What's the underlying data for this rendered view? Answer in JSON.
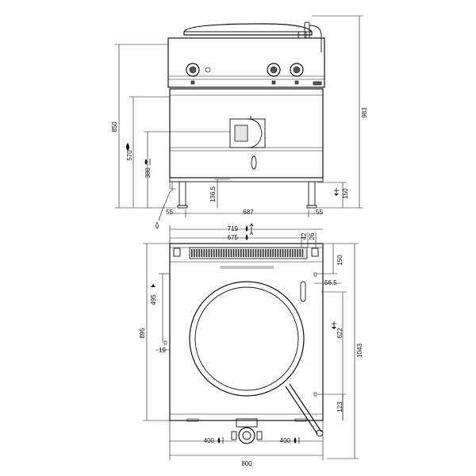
{
  "front_view": {
    "dims": {
      "height_850": "850",
      "height_983": "983",
      "height_570": "570",
      "height_380": "380",
      "height_1365": "136,5",
      "height_150": "150",
      "width_687": "687",
      "width_55_left": "55",
      "width_55_right": "55"
    }
  },
  "top_view": {
    "dims": {
      "width_719": "719",
      "width_675": "675",
      "depth_42": "42",
      "depth_26": "26",
      "depth_150": "150",
      "offset_565": "56,5",
      "depth_495": "495",
      "depth_895": "895",
      "offset_19": "19",
      "depth_622": "622",
      "depth_1043": "1043",
      "depth_123": "123",
      "gas_400_left": "400",
      "gas_400_right": "400",
      "width_800": "800"
    }
  },
  "icons": {
    "gas": "flame-icon",
    "water_in": "water-drop-up-icon",
    "water_out": "water-drop-down-icon",
    "drain": "drain-arrow-icon",
    "electric": "electric-icon"
  }
}
